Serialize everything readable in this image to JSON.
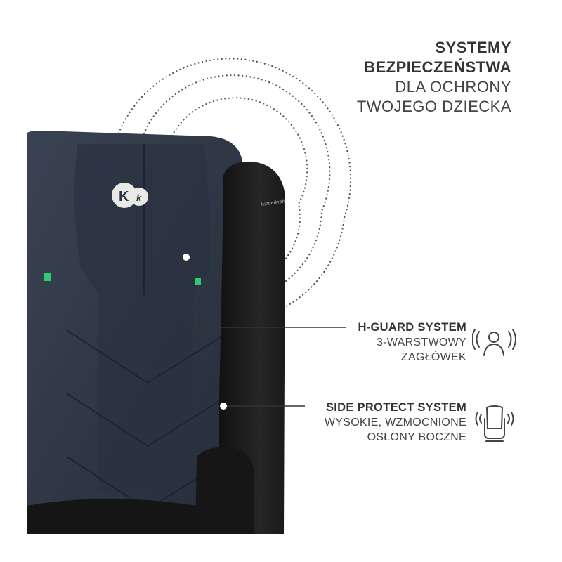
{
  "headline": {
    "line1": "SYSTEMY",
    "line2": "BEZPIECZEŃSTWA",
    "line3": "DLA OCHRONY",
    "line4": "TWOJEGO DZIECKA"
  },
  "features": [
    {
      "title": "H-GUARD SYSTEM",
      "line1": "3-WARSTWOWY",
      "line2": "ZAGŁÓWEK",
      "icon": "person-waves-icon"
    },
    {
      "title": "SIDE PROTECT SYSTEM",
      "line1": "WYSOKIE, WZMOCNIONE",
      "line2": "OSŁONY BOCZNE",
      "icon": "seat-waves-icon"
    }
  ],
  "product": {
    "logo_text": "Kk",
    "brand_text": "Kinderkraft"
  },
  "colors": {
    "seat_navy": "#2d3545",
    "wing_black": "#1c1c1c",
    "accent_green": "#2ecc71",
    "text": "#3a3a3a"
  }
}
